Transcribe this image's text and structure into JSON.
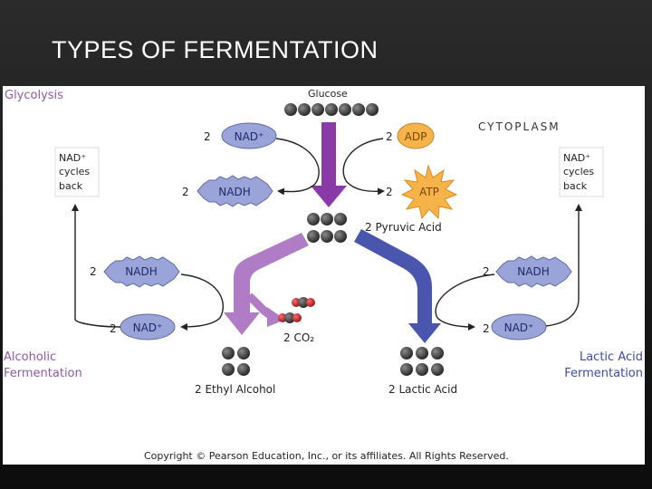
{
  "slide": {
    "title": "TYPES OF FERMENTATION"
  },
  "colors": {
    "background": "#1a1a1a",
    "panel": "#ffffff",
    "purple_label": "#8e5aa6",
    "blue_label": "#3f4ba2",
    "nad_oval": "#9aa4d8",
    "adp_oval": "#f6b34a",
    "atp_burst": "#f6b34a",
    "glycolysis_arrow": "#8a3aa8",
    "alcoholic_arrow": "#b07cc6",
    "lactic_arrow": "#4a56ad",
    "molecule": "#3a3a3a",
    "co2_red": "#c42b2b"
  },
  "diagram": {
    "glycolysis_label": "Glycolysis",
    "cytoplasm_label": "CYTOPLASM",
    "glucose_label": "Glucose",
    "top": {
      "nad_plus": {
        "coef": "2",
        "label": "NAD⁺"
      },
      "nadh": {
        "coef": "2",
        "label": "NADH"
      },
      "adp": {
        "coef": "2",
        "label": "ADP"
      },
      "atp": {
        "coef": "2",
        "label": "ATP"
      }
    },
    "pyruvic_label": "2 Pyruvic Acid",
    "left_cycle": {
      "box_line1": "NAD⁺",
      "box_line2": "cycles",
      "box_line3": "back",
      "nadh": {
        "coef": "2",
        "label": "NADH"
      },
      "nad_plus": {
        "coef": "2",
        "label": "NAD⁺"
      }
    },
    "right_cycle": {
      "box_line1": "NAD⁺",
      "box_line2": "cycles",
      "box_line3": "back",
      "nadh": {
        "coef": "2",
        "label": "NADH"
      },
      "nad_plus": {
        "coef": "2",
        "label": "NAD⁺"
      }
    },
    "co2_label": "2 CO₂",
    "alcoholic_line1": "Alcoholic",
    "alcoholic_line2": "Fermentation",
    "lactic_line1": "Lactic Acid",
    "lactic_line2": "Fermentation",
    "ethyl_label": "2 Ethyl Alcohol",
    "lactic_product_label": "2 Lactic Acid",
    "copyright": "Copyright © Pearson Education, Inc., or its affiliates.  All Rights Reserved."
  }
}
